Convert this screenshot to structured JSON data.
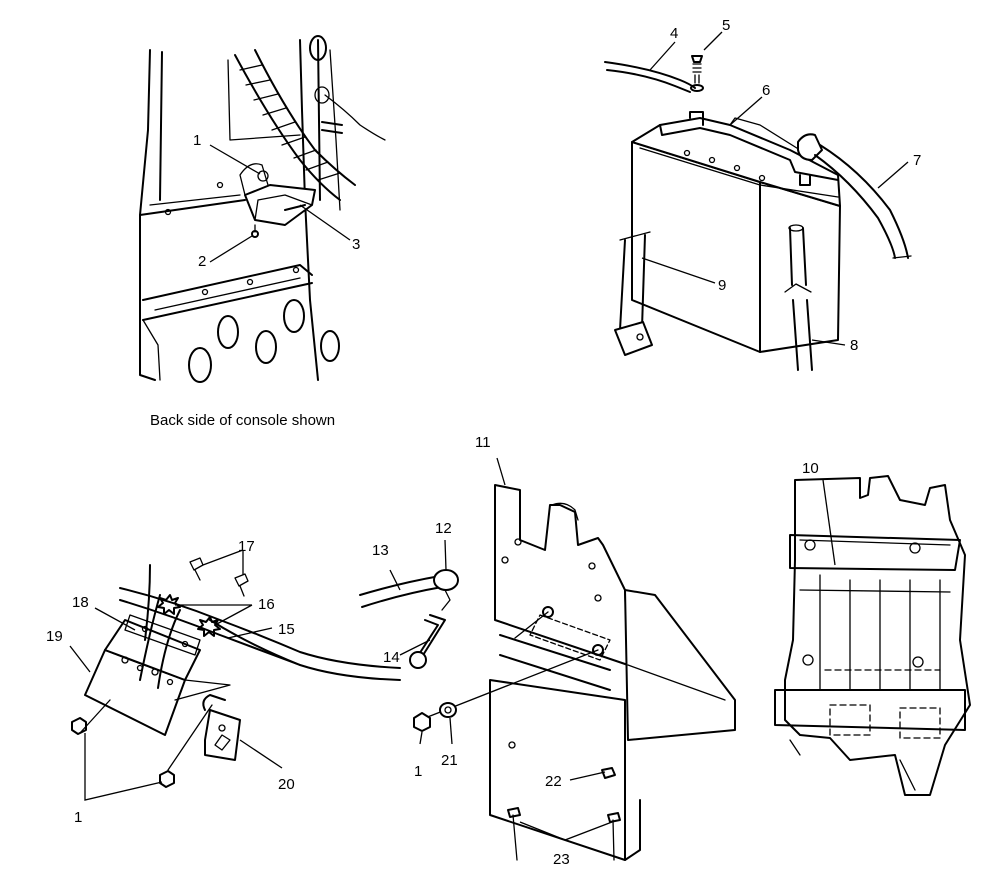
{
  "caption": "Back side of console shown",
  "callouts": {
    "c1a": "1",
    "c2": "2",
    "c3": "3",
    "c4": "4",
    "c5": "5",
    "c6": "6",
    "c7": "7",
    "c8": "8",
    "c9": "9",
    "c10": "10",
    "c11": "11",
    "c12": "12",
    "c13": "13",
    "c14": "14",
    "c15": "15",
    "c16": "16",
    "c17": "17",
    "c18": "18",
    "c19": "19",
    "c20": "20",
    "c1b": "1",
    "c21": "21",
    "c1c": "1",
    "c22": "22",
    "c23": "23"
  }
}
